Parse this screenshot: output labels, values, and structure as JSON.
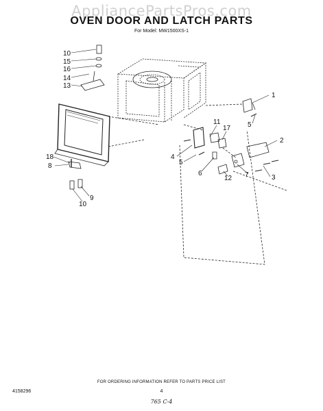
{
  "watermark": "AppliancePartsPros.com",
  "title": "OVEN DOOR AND LATCH PARTS",
  "subtitle": "For Model: MW1500XS-1",
  "callouts": {
    "c10a": "10",
    "c15": "15",
    "c16": "16",
    "c14": "14",
    "c13": "13",
    "c1": "1",
    "c11": "11",
    "c17": "17",
    "c5a": "5",
    "c2": "2",
    "c4": "4",
    "c5b": "5",
    "c6": "6",
    "c12": "12",
    "c7": "7",
    "c3": "3",
    "c18": "18",
    "c8": "8",
    "c9": "9",
    "c10b": "10"
  },
  "footer": {
    "ordering_note": "FOR ORDERING INFORMATION REFER TO PARTS PRICE LIST",
    "doc_number": "4158296",
    "page_number": "4",
    "handwritten": "765 C-4"
  }
}
